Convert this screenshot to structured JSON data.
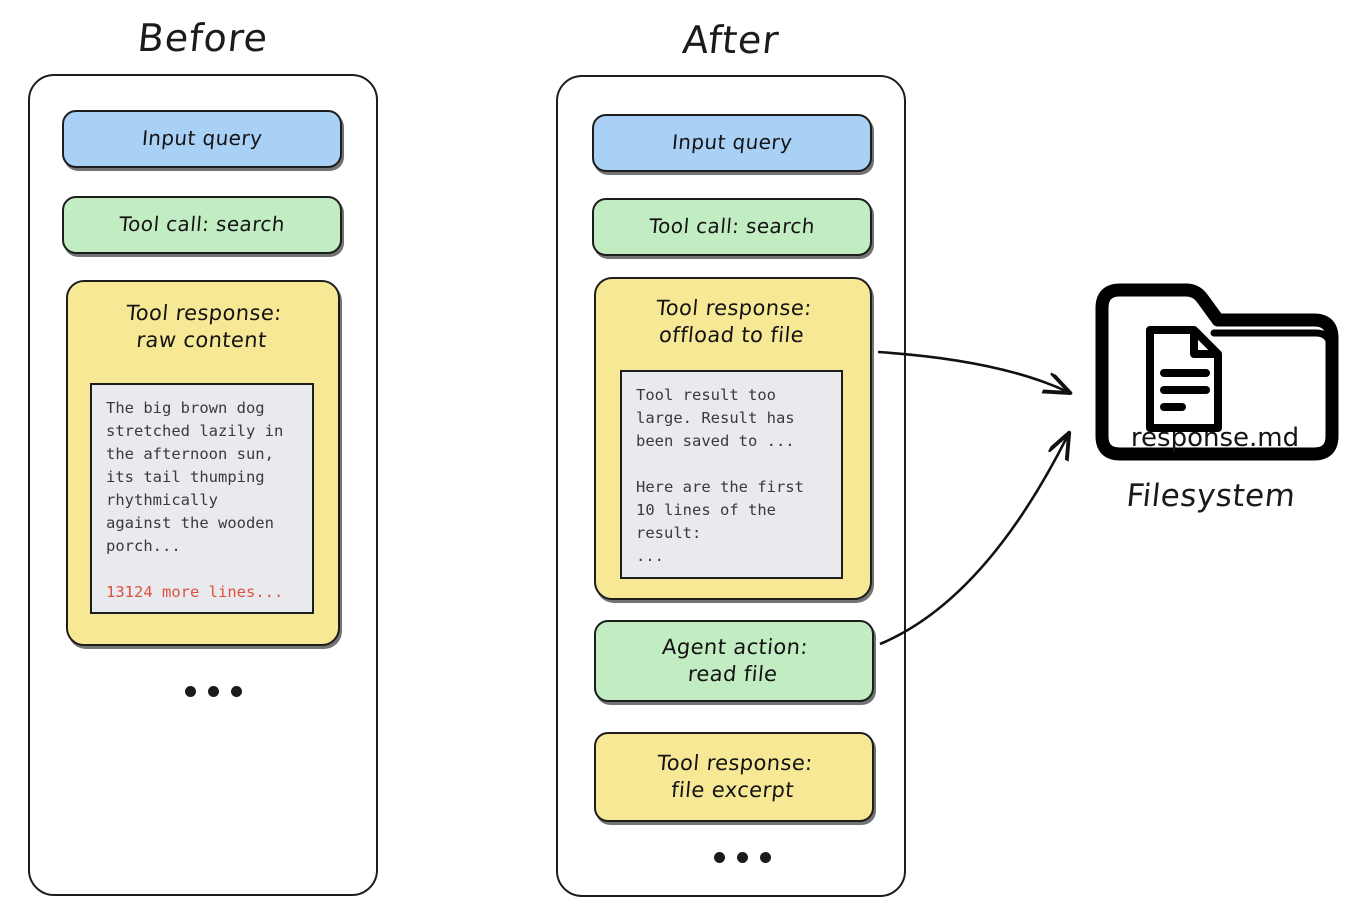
{
  "diagram": {
    "panels": [
      {
        "key": "before",
        "title": "Before",
        "blocks": [
          {
            "name": "input-query",
            "label": "Input query",
            "color": "#a9d0f5"
          },
          {
            "name": "tool-call",
            "label": "Tool call: search",
            "color": "#c2ecc2"
          },
          {
            "name": "tool-response",
            "label": "Tool response:\nraw content",
            "color": "#f7e896"
          }
        ],
        "code": {
          "body": "The big brown dog\nstretched lazily in\nthe afternoon sun,\nits tail thumping\nrhythmically\nagainst the wooden\nporch...",
          "warning": "13124 more lines...",
          "warning_color": "#e0503f"
        },
        "ellipsis": "..."
      },
      {
        "key": "after",
        "title": "After",
        "blocks": [
          {
            "name": "input-query",
            "label": "Input query",
            "color": "#a9d0f5"
          },
          {
            "name": "tool-call",
            "label": "Tool call: search",
            "color": "#c2ecc2"
          },
          {
            "name": "tool-response",
            "label": "Tool response:\noffload to file",
            "color": "#f7e896"
          },
          {
            "name": "agent-action",
            "label": "Agent action:\nread file",
            "color": "#c2ecc2"
          },
          {
            "name": "file-excerpt",
            "label": "Tool response:\nfile excerpt",
            "color": "#f7e896"
          }
        ],
        "code": {
          "body": "Tool result too\nlarge. Result has\nbeen saved to ...\n\nHere are the first\n10 lines of the\nresult:\n..."
        },
        "ellipsis": "..."
      }
    ],
    "filesystem": {
      "icon": "folder-icon",
      "file_name": "response.md",
      "label": "Filesystem"
    },
    "arrows": [
      {
        "name": "arrow-offload-to-filesystem",
        "from": "after.tool-response",
        "to": "filesystem"
      },
      {
        "name": "arrow-read-from-filesystem",
        "from": "after.agent-action",
        "to": "filesystem"
      }
    ],
    "colors": {
      "stroke": "#1d1d1d",
      "panel_background": "#ffffff",
      "code_background": "#e8eaee",
      "code_text": "#3a3a3a"
    }
  }
}
